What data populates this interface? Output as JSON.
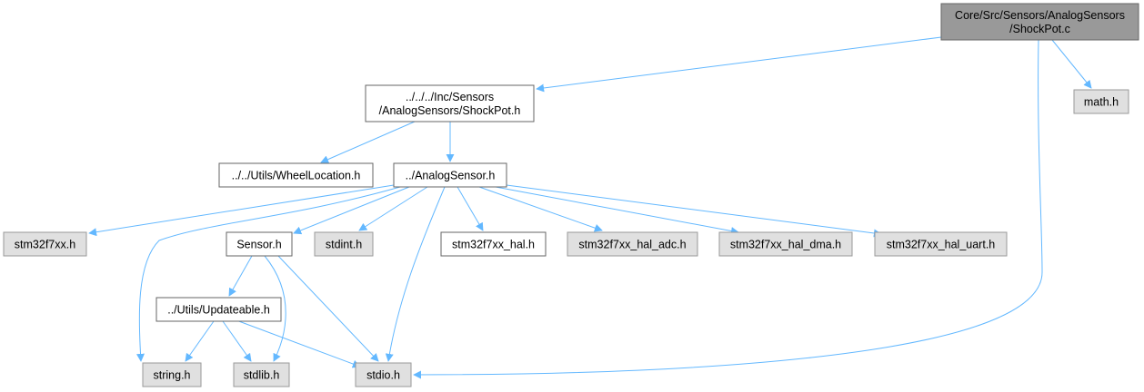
{
  "graph": {
    "nodes": [
      {
        "id": "shockpot_c",
        "lines": [
          "Core/Src/Sensors/AnalogSensors",
          "/ShockPot.c"
        ],
        "style": "root"
      },
      {
        "id": "shockpot_h",
        "lines": [
          "../../../Inc/Sensors",
          "/AnalogSensors/ShockPot.h"
        ],
        "style": "linked"
      },
      {
        "id": "math_h",
        "lines": [
          "math.h"
        ],
        "style": "external"
      },
      {
        "id": "wheellocation_h",
        "lines": [
          "../../Utils/WheelLocation.h"
        ],
        "style": "linked"
      },
      {
        "id": "analogsensor_h",
        "lines": [
          "../AnalogSensor.h"
        ],
        "style": "linked"
      },
      {
        "id": "stm32f7xx_h",
        "lines": [
          "stm32f7xx.h"
        ],
        "style": "external"
      },
      {
        "id": "sensor_h",
        "lines": [
          "Sensor.h"
        ],
        "style": "linked"
      },
      {
        "id": "stdint_h",
        "lines": [
          "stdint.h"
        ],
        "style": "external"
      },
      {
        "id": "stm32f7xx_hal_h",
        "lines": [
          "stm32f7xx_hal.h"
        ],
        "style": "linked"
      },
      {
        "id": "stm32f7xx_hal_adc_h",
        "lines": [
          "stm32f7xx_hal_adc.h"
        ],
        "style": "external"
      },
      {
        "id": "stm32f7xx_hal_dma_h",
        "lines": [
          "stm32f7xx_hal_dma.h"
        ],
        "style": "external"
      },
      {
        "id": "stm32f7xx_hal_uart_h",
        "lines": [
          "stm32f7xx_hal_uart.h"
        ],
        "style": "external"
      },
      {
        "id": "updateable_h",
        "lines": [
          "../Utils/Updateable.h"
        ],
        "style": "linked"
      },
      {
        "id": "string_h",
        "lines": [
          "string.h"
        ],
        "style": "external"
      },
      {
        "id": "stdlib_h",
        "lines": [
          "stdlib.h"
        ],
        "style": "external"
      },
      {
        "id": "stdio_h",
        "lines": [
          "stdio.h"
        ],
        "style": "external"
      }
    ],
    "edges": [
      {
        "from": "shockpot_c",
        "to": "shockpot_h"
      },
      {
        "from": "shockpot_c",
        "to": "math_h"
      },
      {
        "from": "shockpot_c",
        "to": "stdio_h"
      },
      {
        "from": "shockpot_h",
        "to": "wheellocation_h"
      },
      {
        "from": "shockpot_h",
        "to": "analogsensor_h"
      },
      {
        "from": "analogsensor_h",
        "to": "stm32f7xx_h"
      },
      {
        "from": "analogsensor_h",
        "to": "sensor_h"
      },
      {
        "from": "analogsensor_h",
        "to": "stdint_h"
      },
      {
        "from": "analogsensor_h",
        "to": "stm32f7xx_hal_h"
      },
      {
        "from": "analogsensor_h",
        "to": "stm32f7xx_hal_adc_h"
      },
      {
        "from": "analogsensor_h",
        "to": "stm32f7xx_hal_dma_h"
      },
      {
        "from": "analogsensor_h",
        "to": "stm32f7xx_hal_uart_h"
      },
      {
        "from": "analogsensor_h",
        "to": "string_h"
      },
      {
        "from": "analogsensor_h",
        "to": "stdio_h"
      },
      {
        "from": "sensor_h",
        "to": "updateable_h"
      },
      {
        "from": "sensor_h",
        "to": "stdlib_h"
      },
      {
        "from": "sensor_h",
        "to": "stdio_h"
      },
      {
        "from": "updateable_h",
        "to": "string_h"
      },
      {
        "from": "updateable_h",
        "to": "stdlib_h"
      },
      {
        "from": "updateable_h",
        "to": "stdio_h"
      }
    ]
  },
  "colors": {
    "edge": "#63b8ff",
    "root_fill": "#999999",
    "root_border": "#666666",
    "external_fill": "#e0e0e0",
    "external_border": "#999999",
    "linked_fill": "#ffffff",
    "linked_border": "#666666"
  }
}
